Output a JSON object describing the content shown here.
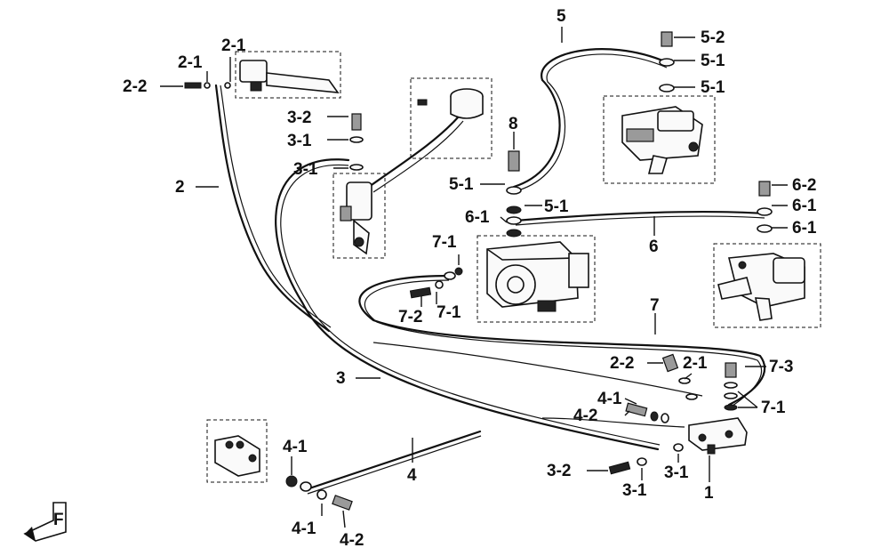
{
  "callouts": {
    "c_1": "1",
    "c_2": "2",
    "c_2_1a": "2-1",
    "c_2_1b": "2-1",
    "c_2_1c": "2-1",
    "c_2_2a": "2-2",
    "c_2_2b": "2-2",
    "c_3": "3",
    "c_3_1a": "3-1",
    "c_3_1b": "3-1",
    "c_3_1c": "3-1",
    "c_3_1d": "3-1",
    "c_3_2a": "3-2",
    "c_3_2b": "3-2",
    "c_4": "4",
    "c_4_1a": "4-1",
    "c_4_1b": "4-1",
    "c_4_1c": "4-1",
    "c_4_2a": "4-2",
    "c_4_2b": "4-2",
    "c_5": "5",
    "c_5_1a": "5-1",
    "c_5_1b": "5-1",
    "c_5_1c": "5-1",
    "c_5_1d": "5-1",
    "c_5_2": "5-2",
    "c_6": "6",
    "c_6_1a": "6-1",
    "c_6_1b": "6-1",
    "c_6_1c": "6-1",
    "c_6_2": "6-2",
    "c_7": "7",
    "c_7_1a": "7-1",
    "c_7_1b": "7-1",
    "c_7_1c": "7-1",
    "c_7_2": "7-2",
    "c_7_3": "7-3",
    "c_8": "8"
  },
  "front_marker": "F",
  "icons": {
    "front_arrow": "front-direction-arrow-icon"
  }
}
